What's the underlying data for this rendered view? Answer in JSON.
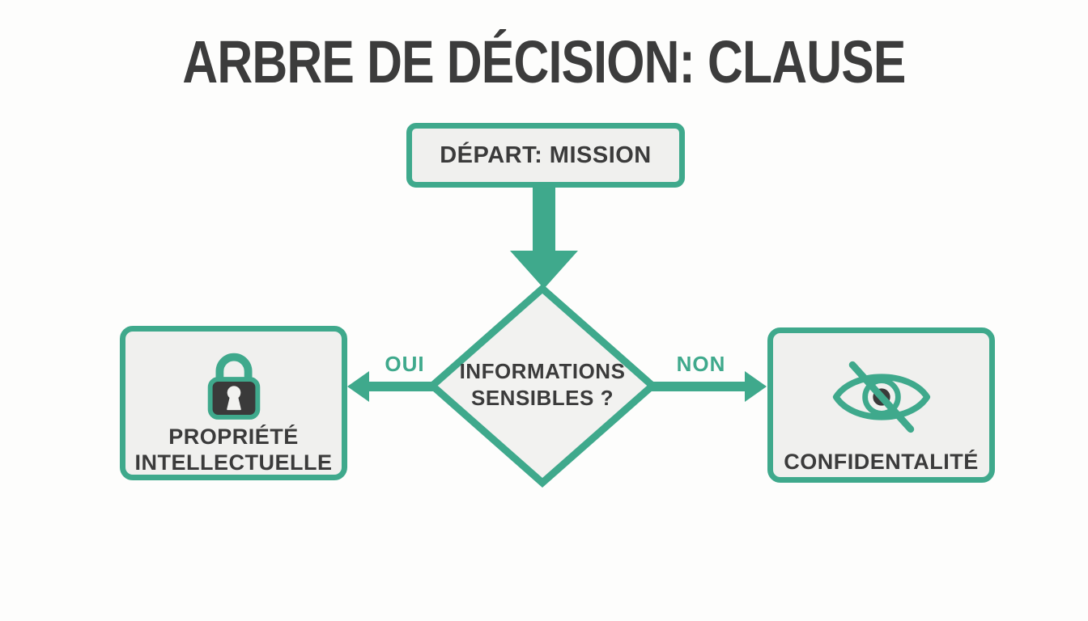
{
  "title": "ARBRE DE DÉCISION: CLAUSE",
  "colors": {
    "accent": "#3fa98c",
    "node_fill": "#f0f0ee",
    "text": "#3b3b3b",
    "background": "#fdfdfc",
    "icon_dark": "#3a3a3a"
  },
  "nodes": {
    "start": {
      "label": "DÉPART: MISSION"
    },
    "decision": {
      "line1": "INFORMATIONS",
      "line2": "SENSIBLES ?"
    },
    "outcome_yes": {
      "line1": "PROPRIÉTÉ",
      "line2": "INTELLECTUELLE",
      "icon": "lock-icon"
    },
    "outcome_no": {
      "label": "CONFIDENTALITÉ",
      "icon": "eye-slash-icon"
    }
  },
  "branches": {
    "yes": {
      "label": "OUI"
    },
    "no": {
      "label": "NON"
    }
  }
}
